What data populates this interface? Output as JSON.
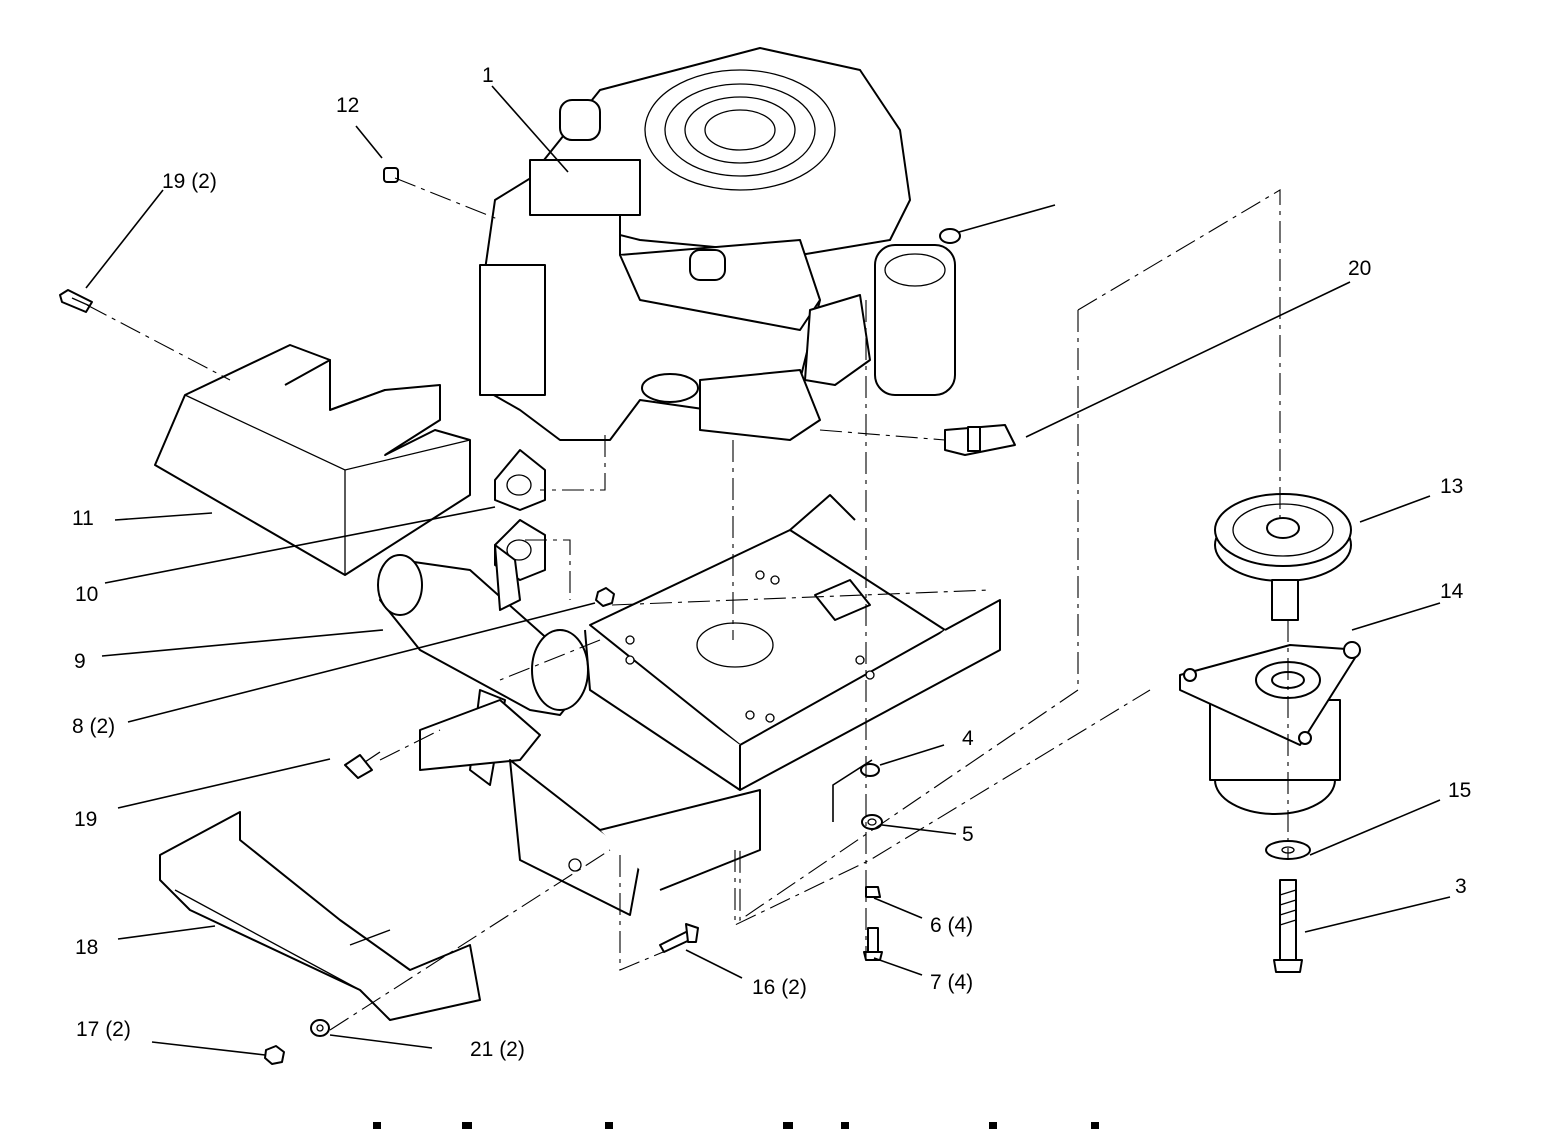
{
  "callouts": [
    {
      "id": "c1",
      "text": "1"
    },
    {
      "id": "c12",
      "text": "12"
    },
    {
      "id": "c19a",
      "text": "19 (2)"
    },
    {
      "id": "c20",
      "text": "20"
    },
    {
      "id": "c13",
      "text": "13"
    },
    {
      "id": "c14",
      "text": "14"
    },
    {
      "id": "c11",
      "text": "11"
    },
    {
      "id": "c10",
      "text": "10"
    },
    {
      "id": "c9",
      "text": "9"
    },
    {
      "id": "c8",
      "text": "8 (2)"
    },
    {
      "id": "c4",
      "text": "4"
    },
    {
      "id": "c5",
      "text": "5"
    },
    {
      "id": "c15",
      "text": "15"
    },
    {
      "id": "c19b",
      "text": "19"
    },
    {
      "id": "c3",
      "text": "3"
    },
    {
      "id": "c6",
      "text": "6 (4)"
    },
    {
      "id": "c7",
      "text": "7 (4)"
    },
    {
      "id": "c16",
      "text": "16 (2)"
    },
    {
      "id": "c18",
      "text": "18"
    },
    {
      "id": "c17",
      "text": "17 (2)"
    },
    {
      "id": "c21",
      "text": "21 (2)"
    }
  ]
}
